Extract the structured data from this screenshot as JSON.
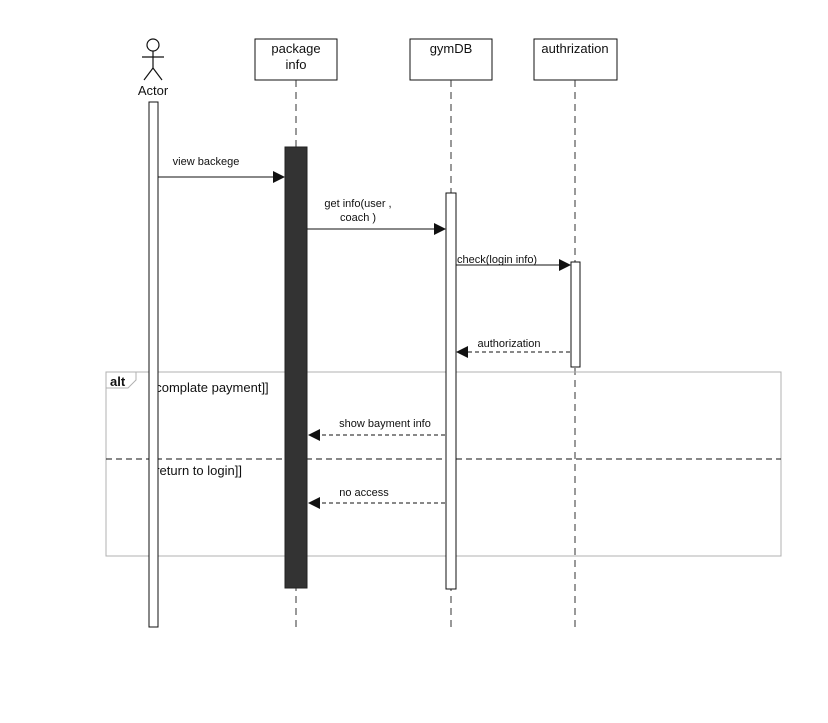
{
  "participants": {
    "actor": "Actor",
    "package_line1": "package",
    "package_line2": "info",
    "gymdb": "gymDB",
    "authorization": "authrization"
  },
  "messages": {
    "m1": "view backege",
    "m2_line1": "get info(user ,",
    "m2_line2": "coach )",
    "m3": "check(login info)",
    "m4": "authorization",
    "m5": "show bayment info",
    "m6": "no access"
  },
  "fragment": {
    "operator": "alt",
    "guard1": "[[complate payment]]",
    "guard2": "[[return to login]]"
  },
  "colors": {
    "line": "#111111",
    "activation_dark": "#333333",
    "frame": "#b0b0b0"
  }
}
